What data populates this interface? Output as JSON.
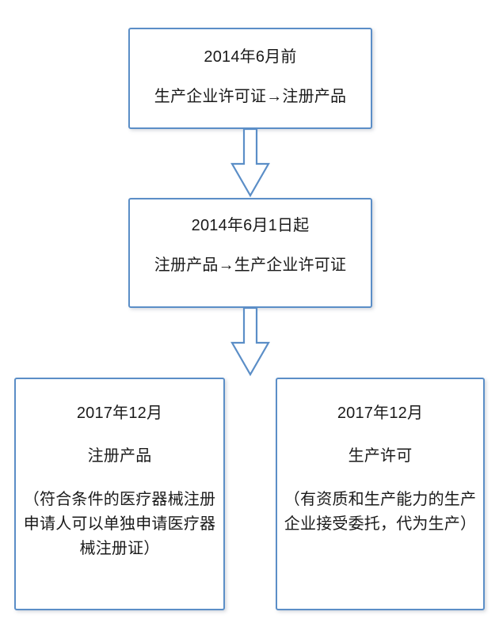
{
  "diagram": {
    "type": "flowchart",
    "title": "",
    "background_color": "#ffffff",
    "node_border_color": "#5b8ec7",
    "node_fill_color": "#ffffff",
    "text_color": "#1a1a1a",
    "nodes": [
      {
        "id": "node-1",
        "heading": "2014年6月前",
        "detail": "生产企业许可证→注册产品"
      },
      {
        "id": "node-2",
        "heading": "2014年6月1日起",
        "detail": "注册产品→生产企业许可证"
      },
      {
        "id": "node-3",
        "heading": "2017年12月",
        "detail": "注册产品",
        "note": "（符合条件的医疗器械注册申请人可以单独申请医疗器械注册证）"
      },
      {
        "id": "node-4",
        "heading": "2017年12月",
        "detail": "生产许可",
        "note": "（有资质和生产能力的生产企业接受委托，代为生产）"
      }
    ],
    "connectors": [
      {
        "id": "arrow-1",
        "icon": "down-block-arrow-icon",
        "from": "node-1",
        "to": "node-2"
      },
      {
        "id": "arrow-2",
        "icon": "down-block-arrow-icon",
        "from": "node-2",
        "to": "node-3"
      }
    ]
  }
}
